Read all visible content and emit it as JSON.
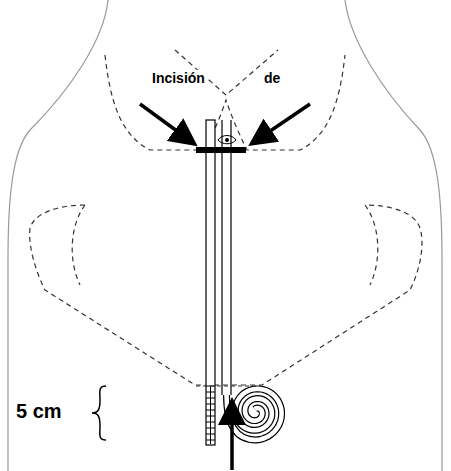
{
  "diagram": {
    "labels": [
      "Incisión",
      "de",
      "5 cm"
    ]
  }
}
